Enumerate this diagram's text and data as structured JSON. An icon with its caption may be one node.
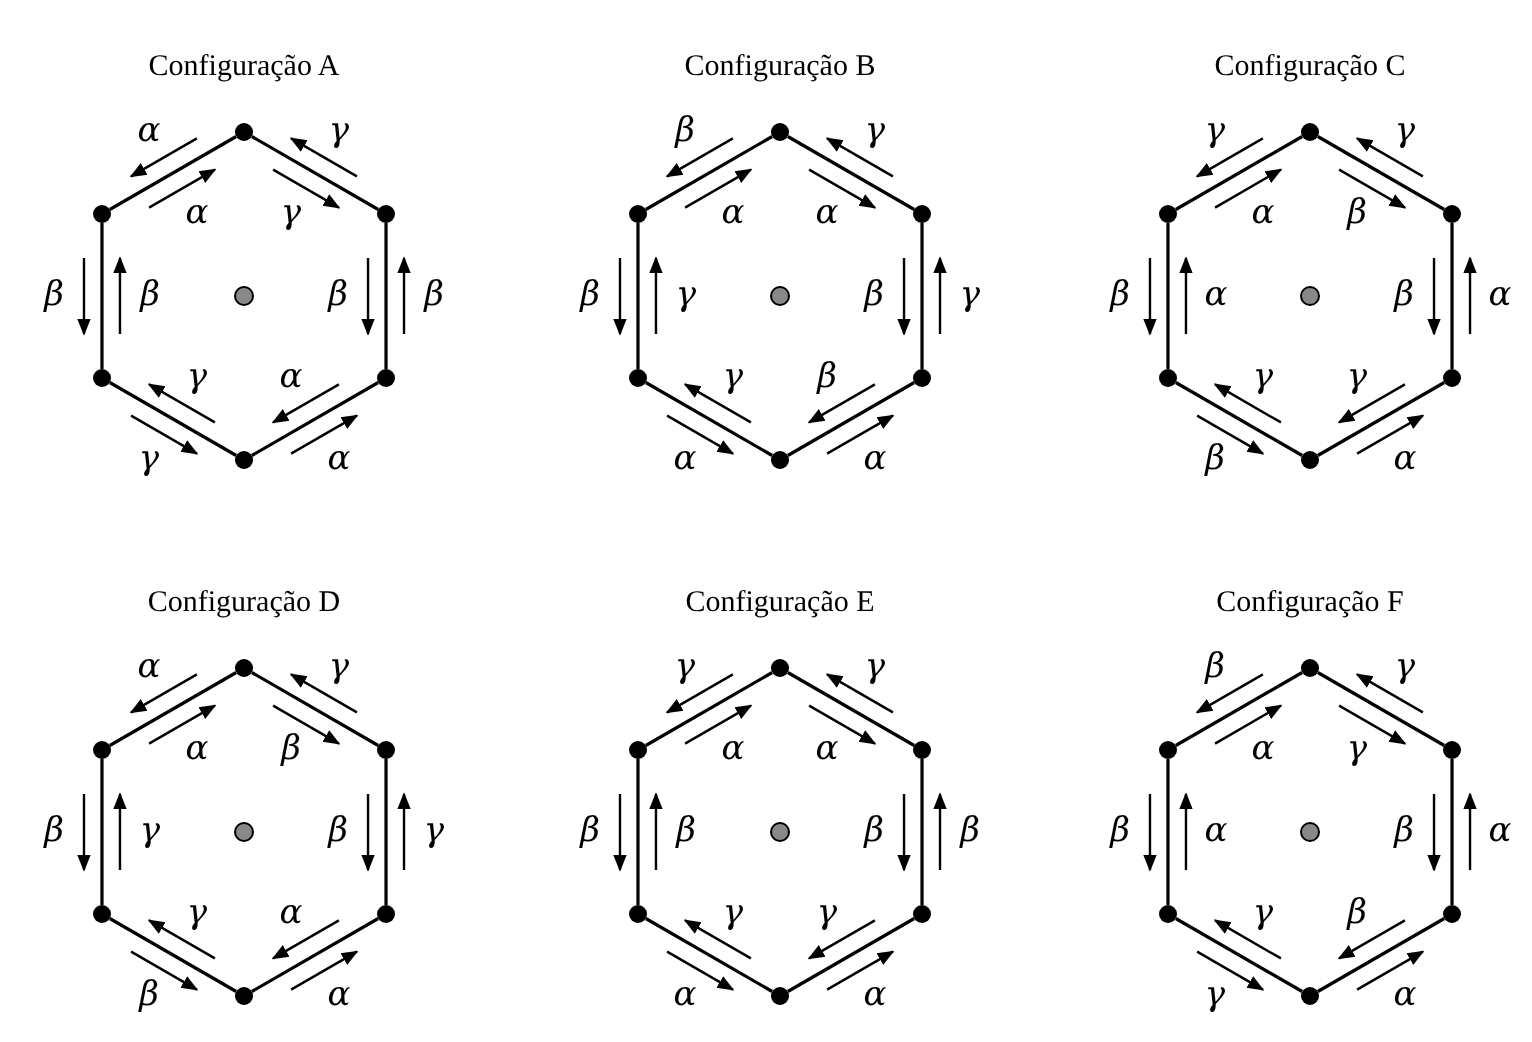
{
  "diagram": {
    "nodes": [
      {
        "text": [],
        "shape": "circle"
      },
      {
        "text": [],
        "shape": "circle"
      },
      {
        "text": [],
        "shape": "circle"
      },
      {
        "text": [],
        "shape": "circle"
      },
      {
        "text": [],
        "shape": "circle"
      },
      {
        "text": [],
        "shape": "circle"
      },
      {
        "text": [],
        "shape": "circle"
      },
      {
        "text": [],
        "shape": "circle"
      },
      {
        "text": [],
        "shape": "circle"
      },
      {
        "text": [],
        "shape": "circle"
      },
      {
        "text": [],
        "shape": "circle"
      },
      {
        "text": [],
        "shape": "circle"
      },
      {
        "text": [],
        "shape": "circle"
      },
      {
        "text": [],
        "shape": "circle"
      },
      {
        "text": [],
        "shape": "circle"
      },
      {
        "text": [],
        "shape": "circle"
      },
      {
        "text": [],
        "shape": "circle"
      },
      {
        "text": [],
        "shape": "circle"
      },
      {
        "text": [],
        "shape": "circle"
      },
      {
        "text": [],
        "shape": "circle"
      },
      {
        "text": [],
        "shape": "circle"
      },
      {
        "text": [],
        "shape": "circle"
      },
      {
        "text": [],
        "shape": "circle"
      },
      {
        "text": [],
        "shape": "circle"
      },
      {
        "text": [],
        "shape": "circle"
      },
      {
        "text": [],
        "shape": "circle"
      },
      {
        "text": [],
        "shape": "circle"
      },
      {
        "text": [],
        "shape": "circle"
      },
      {
        "text": [],
        "shape": "circle"
      },
      {
        "text": [],
        "shape": "circle"
      },
      {
        "text": [],
        "shape": "circle"
      },
      {
        "text": [],
        "shape": "circle"
      },
      {
        "text": [],
        "shape": "circle"
      },
      {
        "text": [],
        "shape": "circle"
      },
      {
        "text": [],
        "shape": "circle"
      },
      {
        "text": [],
        "shape": "circle"
      },
      {
        "text": [],
        "shape": "circle"
      },
      {
        "text": [],
        "shape": "circle"
      },
      {
        "text": [],
        "shape": "circle"
      },
      {
        "text": [],
        "shape": "circle"
      },
      {
        "text": [],
        "shape": "circle"
      },
      {
        "text": [],
        "shape": "circle"
      }
    ],
    "edges": [
      {
        "from": 0,
        "to": 1,
        "arrow": "none"
      },
      {
        "from": 0,
        "to": 2,
        "arrow": "none"
      },
      {
        "from": 1,
        "to": 4,
        "arrow": "none"
      },
      {
        "from": 2,
        "to": 5,
        "arrow": "none"
      },
      {
        "from": 4,
        "to": 6,
        "arrow": "none"
      },
      {
        "from": 5,
        "to": 6,
        "arrow": "none"
      },
      {
        "from": 7,
        "to": 8,
        "arrow": "none"
      },
      {
        "from": 7,
        "to": 9,
        "arrow": "none"
      },
      {
        "from": 8,
        "to": 11,
        "arrow": "none"
      },
      {
        "from": 9,
        "to": 12,
        "arrow": "none"
      },
      {
        "from": 11,
        "to": 13,
        "arrow": "none"
      },
      {
        "from": 12,
        "to": 13,
        "arrow": "none"
      },
      {
        "from": 14,
        "to": 15,
        "arrow": "none"
      },
      {
        "from": 14,
        "to": 16,
        "arrow": "none"
      },
      {
        "from": 15,
        "to": 18,
        "arrow": "none"
      },
      {
        "from": 16,
        "to": 19,
        "arrow": "none"
      },
      {
        "from": 18,
        "to": 20,
        "arrow": "none"
      },
      {
        "from": 19,
        "to": 20,
        "arrow": "none"
      },
      {
        "from": 21,
        "to": 22,
        "arrow": "none"
      },
      {
        "from": 21,
        "to": 23,
        "arrow": "none"
      },
      {
        "from": 22,
        "to": 25,
        "arrow": "none"
      },
      {
        "from": 23,
        "to": 26,
        "arrow": "none"
      },
      {
        "from": 25,
        "to": 27,
        "arrow": "none"
      },
      {
        "from": 26,
        "to": 27,
        "arrow": "none"
      },
      {
        "from": 28,
        "to": 29,
        "arrow": "none"
      },
      {
        "from": 28,
        "to": 30,
        "arrow": "none"
      },
      {
        "from": 29,
        "to": 32,
        "arrow": "none"
      },
      {
        "from": 30,
        "to": 33,
        "arrow": "none"
      },
      {
        "from": 32,
        "to": 34,
        "arrow": "none"
      },
      {
        "from": 33,
        "to": 34,
        "arrow": "none"
      },
      {
        "from": 35,
        "to": 36,
        "arrow": "none"
      },
      {
        "from": 35,
        "to": 37,
        "arrow": "none"
      },
      {
        "from": 36,
        "to": 39,
        "arrow": "none"
      },
      {
        "from": 37,
        "to": 40,
        "arrow": "none"
      },
      {
        "from": 39,
        "to": 41,
        "arrow": "none"
      },
      {
        "from": 40,
        "to": 41,
        "arrow": "none"
      }
    ],
    "labels": [
      "Configuração A",
      "α",
      "γ",
      "α",
      "γ",
      "β",
      "β",
      "β",
      "β",
      "γ",
      "α",
      "γ",
      "α",
      "Configuração B",
      "β",
      "γ",
      "α",
      "α",
      "β",
      "γ",
      "β",
      "γ",
      "γ",
      "β",
      "α",
      "α",
      "Configuração C",
      "γ",
      "γ",
      "α",
      "β",
      "β",
      "α",
      "β",
      "α",
      "γ",
      "γ",
      "β",
      "α",
      "Configuração D",
      "α",
      "γ",
      "α",
      "β",
      "β",
      "γ",
      "β",
      "γ",
      "γ",
      "α",
      "β",
      "α",
      "Configuração E",
      "γ",
      "γ",
      "α",
      "α",
      "β",
      "β",
      "β",
      "β",
      "γ",
      "γ",
      "α",
      "α",
      "Configuração F",
      "β",
      "γ",
      "α",
      "γ",
      "β",
      "α",
      "β",
      "α",
      "γ",
      "β",
      "γ",
      "α"
    ]
  }
}
